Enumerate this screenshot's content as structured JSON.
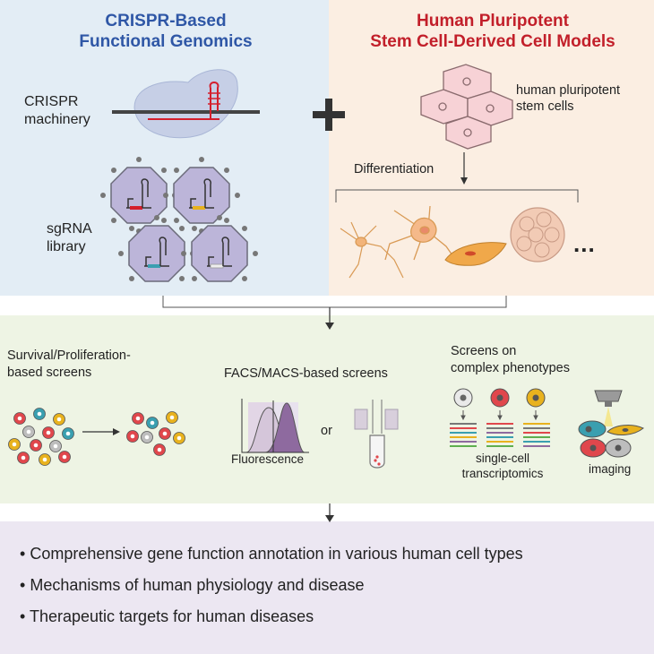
{
  "crispr_panel": {
    "title_line1": "CRISPR-Based",
    "title_line2": "Functional Genomics",
    "machinery_line1": "CRISPR",
    "machinery_line2": "machinery",
    "library_line1": "sgRNA",
    "library_line2": "library"
  },
  "hpsc_panel": {
    "title_line1": "Human Pluripotent",
    "title_line2": "Stem Cell-Derived Cell Models",
    "cells_line1": "human pluripotent",
    "cells_line2": "stem cells",
    "differentiation": "Differentiation",
    "ellipsis": "..."
  },
  "plus_sign": "+",
  "screens_panel": {
    "survival_line1": "Survival/Proliferation-",
    "survival_line2": "based screens",
    "facs_title": "FACS/MACS-based screens",
    "fluorescence": "Fluorescence",
    "or": "or",
    "complex_line1": "Screens on",
    "complex_line2": "complex phenotypes",
    "singlecell_line1": "single-cell",
    "singlecell_line2": "transcriptomics",
    "imaging": "imaging"
  },
  "outcomes": [
    "Comprehensive gene function annotation in various human cell types",
    "Mechanisms of human physiology and disease",
    "Therapeutic targets for human diseases"
  ],
  "colors": {
    "crispr_bg": "#e3edf5",
    "hpsc_bg": "#fbeee2",
    "screens_bg": "#eef4e4",
    "outcomes_bg": "#ece7f2",
    "blue_title": "#2f57a6",
    "red_title": "#c21f2a",
    "cell_red": "#e0474c",
    "cell_blue": "#3a9fb0",
    "cell_yellow": "#e8b21e",
    "cell_gray": "#bdbdbd"
  }
}
